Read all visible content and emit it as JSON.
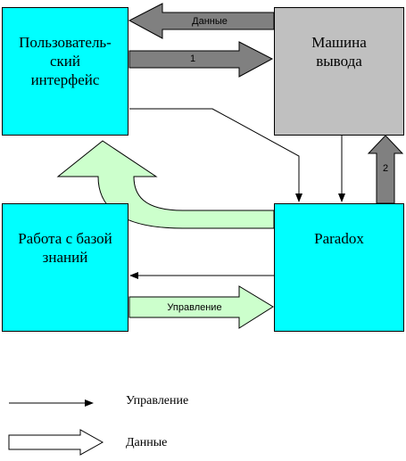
{
  "nodes": {
    "user_interface": "Пользователь-\nский\nинтерфейс",
    "output_engine": "Машина\nвывода",
    "knowledge_base": "Работа с базой\nзнаний",
    "paradox": "Paradox"
  },
  "arrows": {
    "data_label": "Данные",
    "one_label": "1",
    "two_label": "2",
    "control_label": "Управление"
  },
  "legend": {
    "control": "Управление",
    "data": "Данные"
  },
  "colors": {
    "box_cyan": "#00ffff",
    "box_gray": "#c0c0c0",
    "arrow_gray": "#808080",
    "arrow_green": "#ccffcc"
  }
}
